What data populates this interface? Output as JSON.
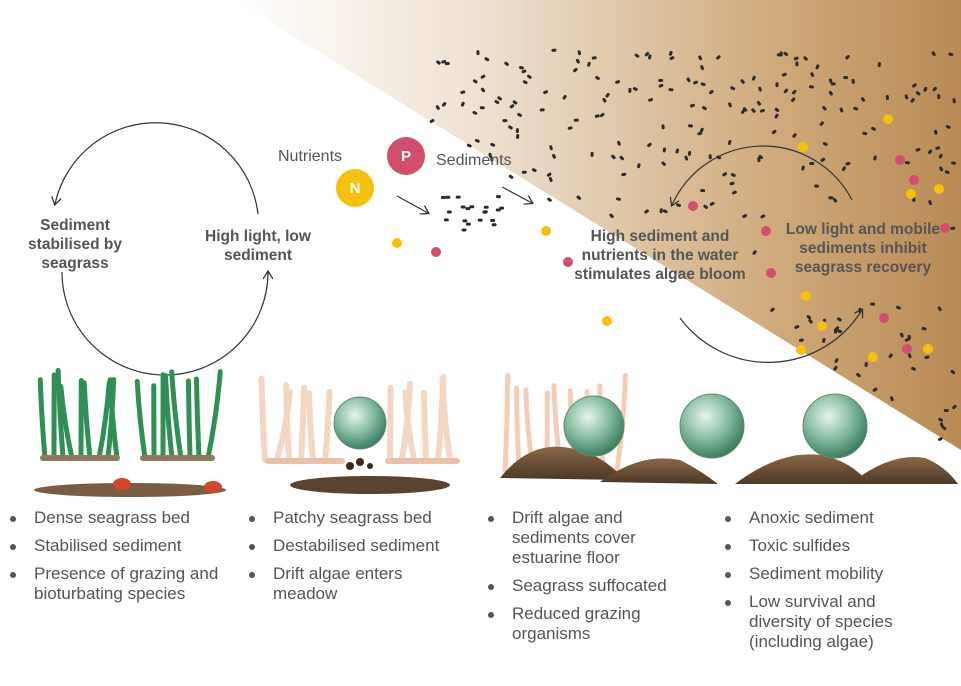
{
  "cycles": {
    "left": {
      "left_label": "Sediment stabilised by seagrass",
      "right_label": "High light, low sediment"
    },
    "right": {
      "left_label": "High sediment and nutrients in the water stimulates algae bloom",
      "right_label": "Low light and mobile sediments inhibit seagrass recovery"
    }
  },
  "inputs": {
    "nutrients_label": "Nutrients",
    "sediments_label": "Sediments",
    "n_symbol": "N",
    "p_symbol": "P"
  },
  "colors": {
    "nitrogen": "#f4c20d",
    "phosphorus": "#d24f6b",
    "seagrass": "#2f8f55",
    "sediment_gradient_end": "#c0915d",
    "sediment_particle": "#2b2b2b"
  },
  "stages": [
    {
      "items": [
        "Dense seagrass bed",
        "Stabilised sediment",
        "Presence of grazing and bioturbating species"
      ]
    },
    {
      "items": [
        "Patchy seagrass bed",
        "Destabilised sediment",
        "Drift algae enters meadow"
      ]
    },
    {
      "items": [
        "Drift algae and sediments cover estuarine floor",
        "Seagrass suffocated",
        "Reduced grazing organisms"
      ]
    },
    {
      "items": [
        "Anoxic sediment",
        "Toxic sulfides",
        "Sediment mobility",
        "Low survival and diversity of species (including algae)"
      ]
    }
  ]
}
